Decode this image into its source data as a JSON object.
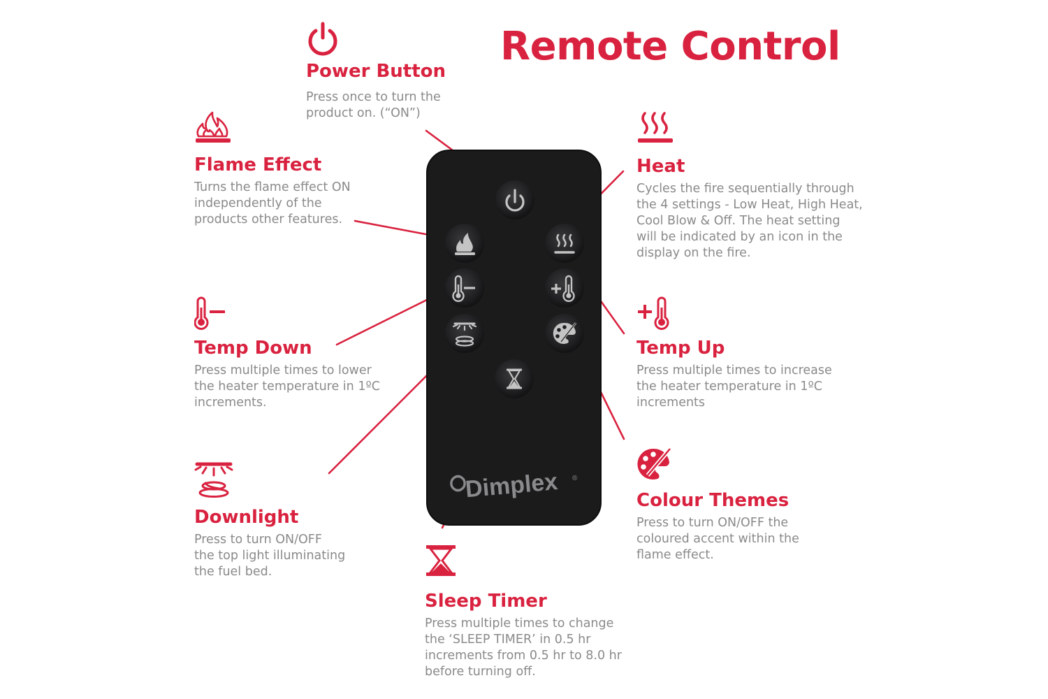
{
  "title": "Remote Control",
  "accent_color": "#d9223f",
  "remote": {
    "brand": "Dimplex",
    "brand_mark": "®",
    "body_color": "#1b1b1c",
    "buttons": [
      "power-icon",
      "flame-icon",
      "heat-icon",
      "temp-down-icon",
      "temp-up-icon",
      "downlight-icon",
      "colour-themes-icon",
      "sleep-timer-icon"
    ]
  },
  "features": {
    "power": {
      "icon": "power-icon",
      "title": "Power Button",
      "desc": [
        "Press once to turn the",
        "product on. (“ON”)"
      ]
    },
    "flame": {
      "icon": "flame-icon",
      "title": "Flame Effect",
      "desc": [
        "Turns the flame effect ON",
        "independently of the",
        "products other features."
      ]
    },
    "heat": {
      "icon": "heat-icon",
      "title": "Heat",
      "desc": [
        "Cycles the fire sequentially through",
        "the 4 settings - Low Heat, High Heat,",
        "Cool Blow & Off. The heat setting",
        "will be indicated by an icon in the",
        "display on the fire."
      ]
    },
    "temp_down": {
      "icon": "temp-down-icon",
      "title": "Temp Down",
      "desc": [
        "Press multiple times to lower",
        "the heater temperature in 1ºC",
        "increments."
      ]
    },
    "temp_up": {
      "icon": "temp-up-icon",
      "title": "Temp Up",
      "desc": [
        "Press multiple times to increase",
        "the heater temperature in 1ºC",
        "increments"
      ]
    },
    "downlight": {
      "icon": "downlight-icon",
      "title": "Downlight",
      "desc": [
        "Press to turn ON/OFF",
        "the top light illuminating",
        "the fuel bed."
      ]
    },
    "colour_themes": {
      "icon": "palette-icon",
      "title": "Colour Themes",
      "desc": [
        "Press to turn ON/OFF the",
        "coloured accent within the",
        "flame effect."
      ]
    },
    "sleep_timer": {
      "icon": "hourglass-icon",
      "title": "Sleep Timer",
      "desc": [
        "Press multiple times to change",
        "the ‘SLEEP TIMER’ in 0.5 hr",
        "increments from 0.5 hr to 8.0 hr",
        "before turning off."
      ]
    }
  }
}
